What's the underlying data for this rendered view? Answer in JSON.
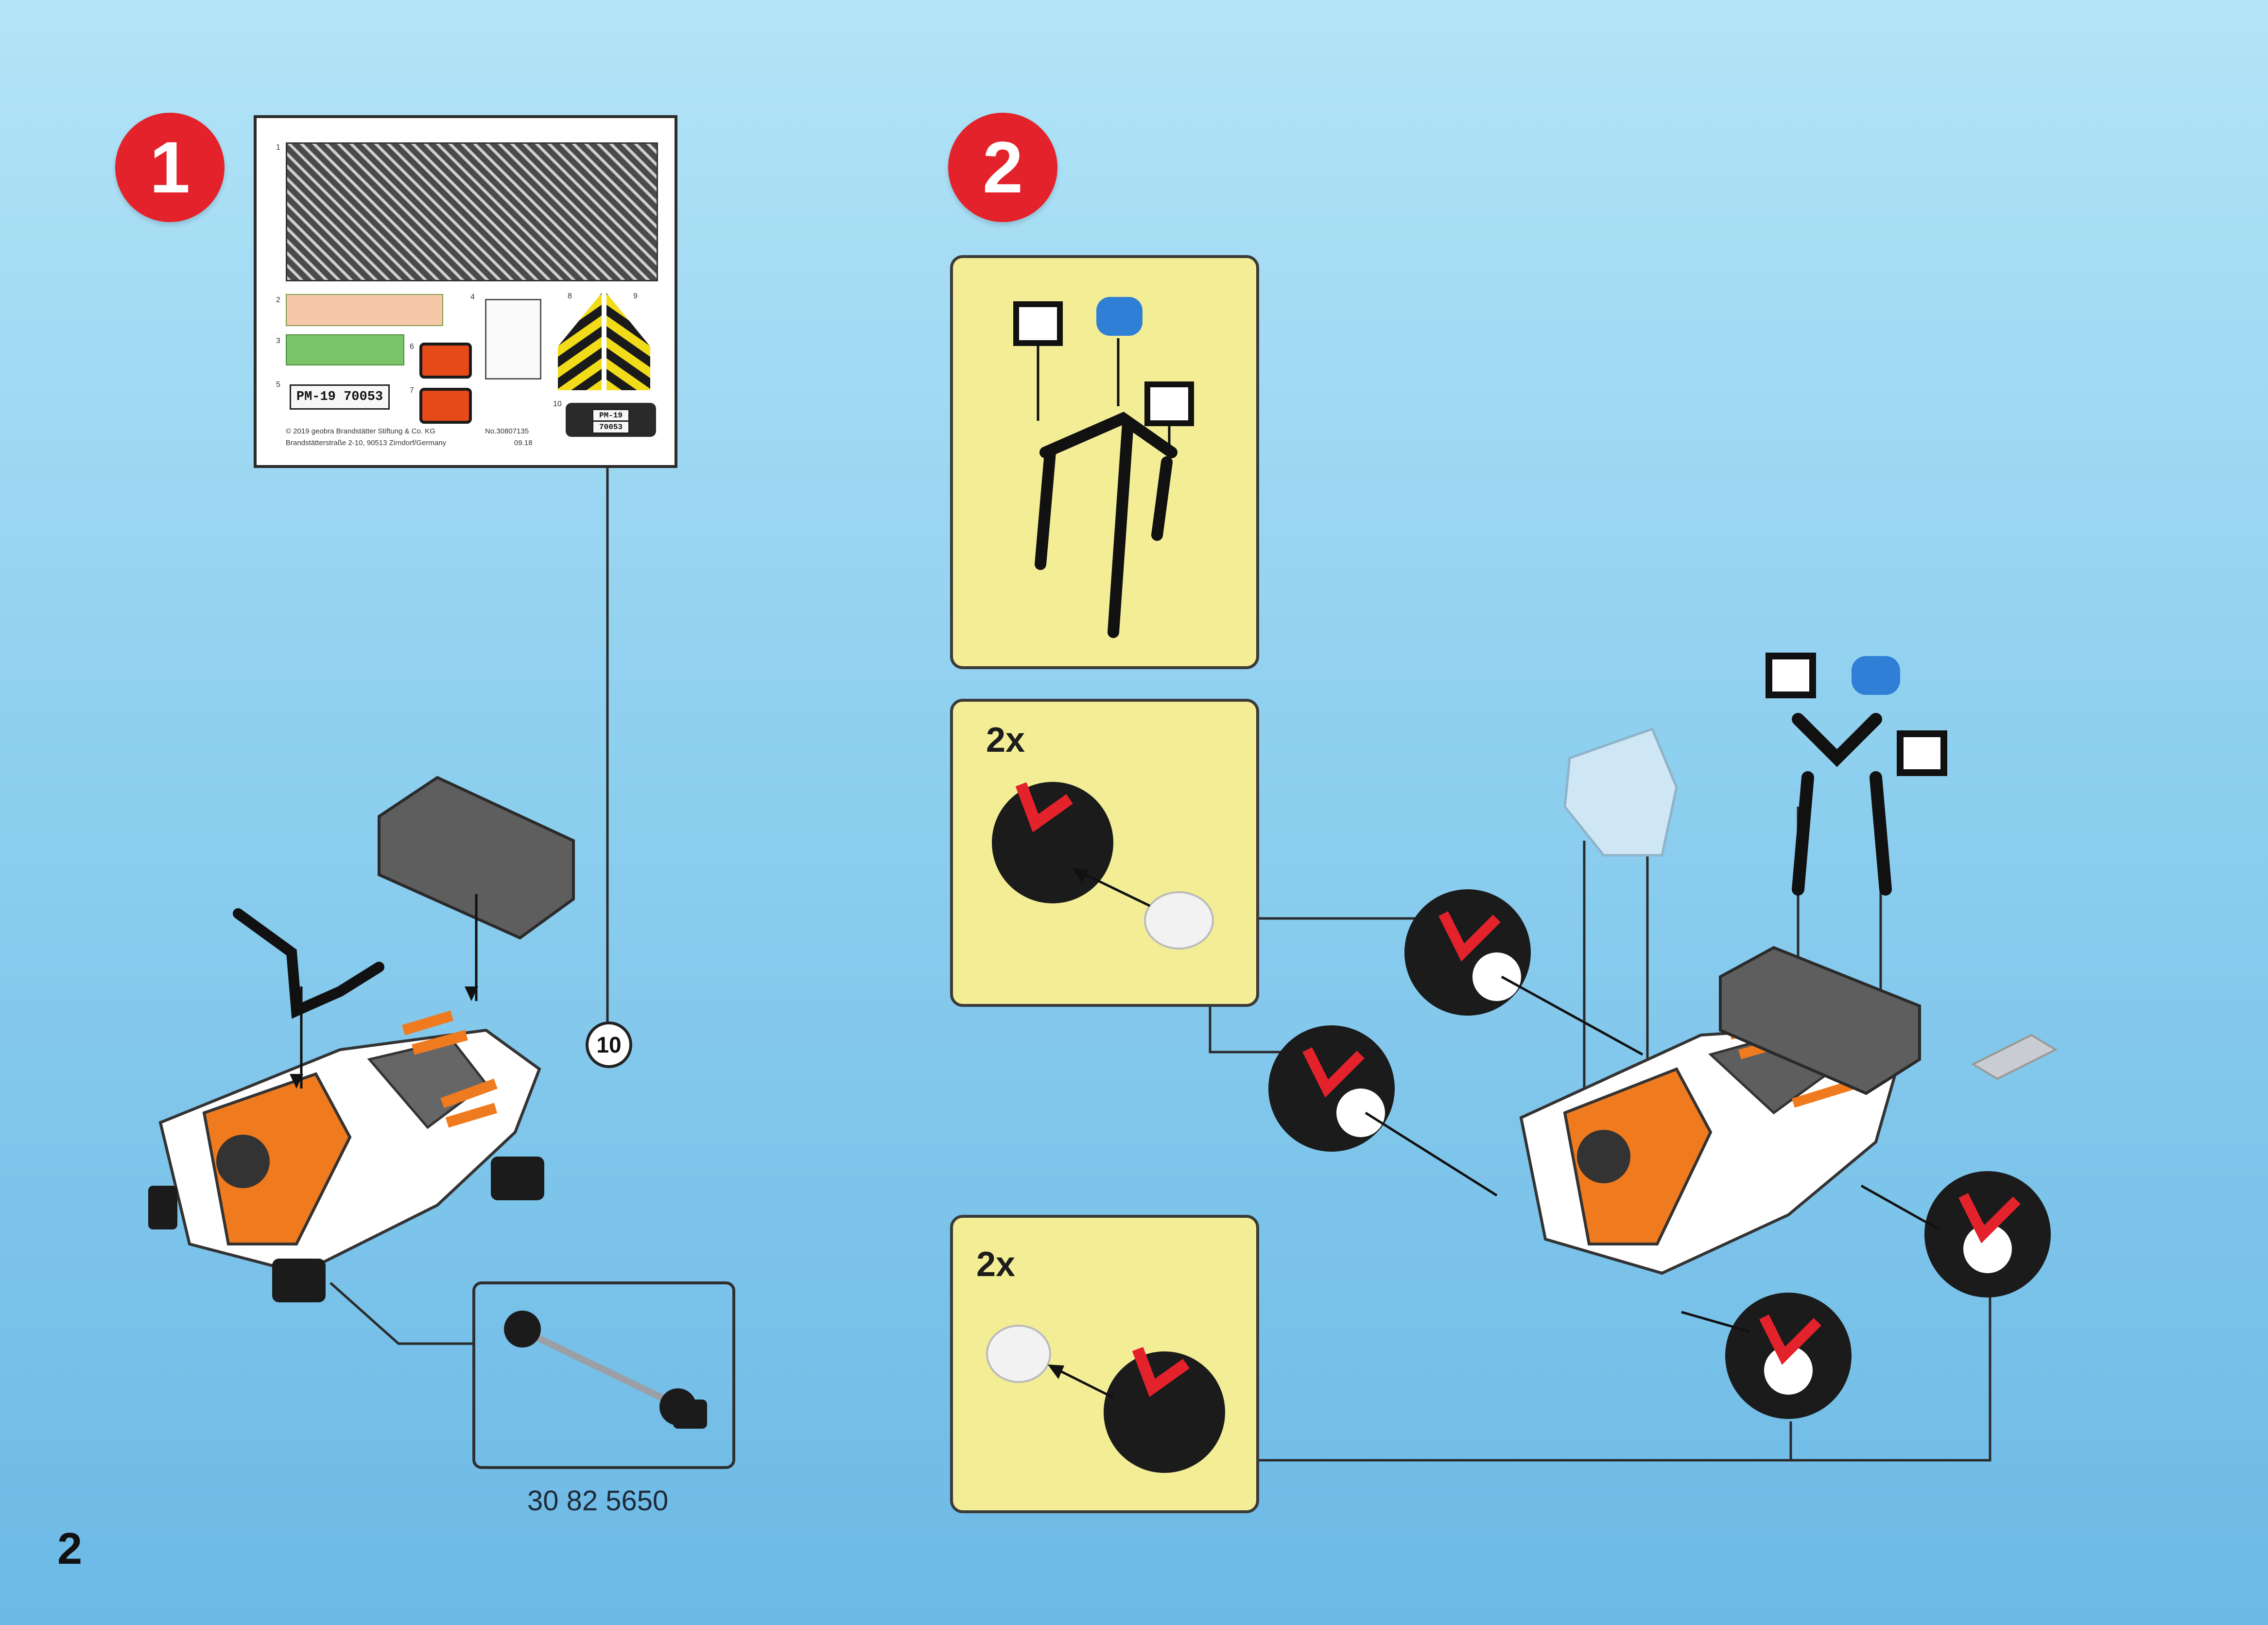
{
  "page": {
    "number": "2"
  },
  "steps": [
    {
      "label": "1"
    },
    {
      "label": "2"
    }
  ],
  "sticker_sheet": {
    "item_numbers": [
      "1",
      "2",
      "3",
      "4",
      "5",
      "6",
      "7",
      "8",
      "9",
      "10"
    ],
    "plate_text": "PM-19 70053",
    "plate_small": {
      "line1": "PM-19",
      "line2": "70053"
    },
    "copyright_line1": "© 2019 geobra Brandstätter Stiftung & Co. KG",
    "copyright_line2": "Brandstätterstraße 2-10, 90513 Zirndorf/Germany",
    "article_no": "No.30807135",
    "date_code": "09.18"
  },
  "callout_sticker": "10",
  "part_number": "30 82 5650",
  "panels": {
    "wheel_left_multiplier": "2x",
    "wheel_right_multiplier": "2x"
  },
  "colors": {
    "badge_red": "#e3222b",
    "panel_yellow": "#f3ee96",
    "vehicle_orange": "#f07a1e",
    "light_blue": "#2f7fd6"
  },
  "icons": [
    "stripes-pattern-icon",
    "arrow-icon"
  ]
}
